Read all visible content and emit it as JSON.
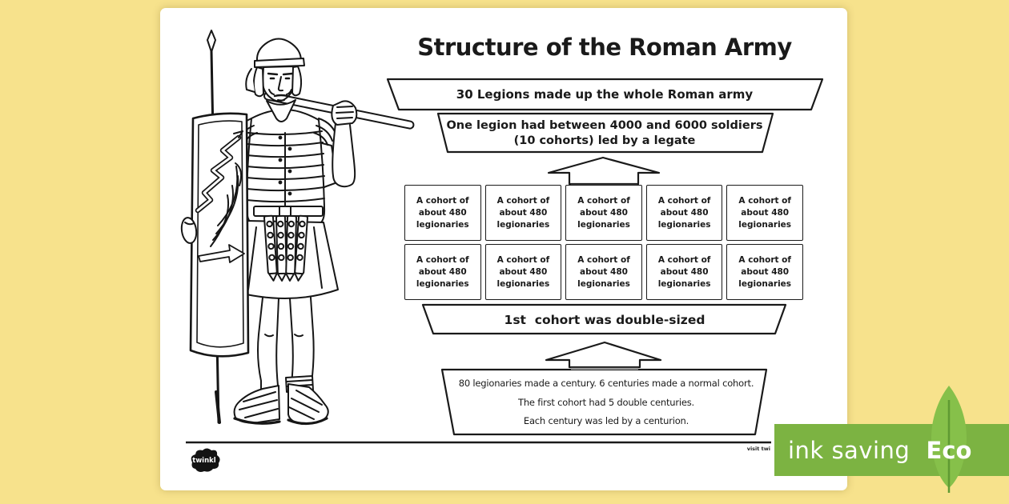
{
  "title": "Structure of the Roman Army",
  "hierarchy": {
    "banner_legions": "30 Legions made up the whole Roman army",
    "banner_legion_line1": "One legion had between 4000 and 6000 soldiers",
    "banner_legion_line2": "(10 cohorts) led by a legate",
    "cohort_box": {
      "line1": "A cohort of",
      "line2": "about 480",
      "line3": "legionaries"
    },
    "cohort_box_count": 10,
    "banner_first_cohort": "1st  cohort was double-sized",
    "century_lines": [
      "80 legionaries made a century. 6 centuries made a normal cohort.",
      "The first cohort had 5 double centuries.",
      "Each century was led by a centurion."
    ]
  },
  "footer": {
    "logo_text": "twinkl",
    "visit_text": "visit twi"
  },
  "eco_badge": {
    "ink_saving_label": "ink saving",
    "eco_label": "Eco",
    "banner_color": "#7cb342",
    "leaf_color": "#86c04a"
  },
  "colors": {
    "background": "#f7e28c",
    "page": "#ffffff",
    "ink": "#1a1a1a"
  },
  "illustration": {
    "description": "Roman legionary soldier line drawing with shield, spear and carrying pole"
  }
}
